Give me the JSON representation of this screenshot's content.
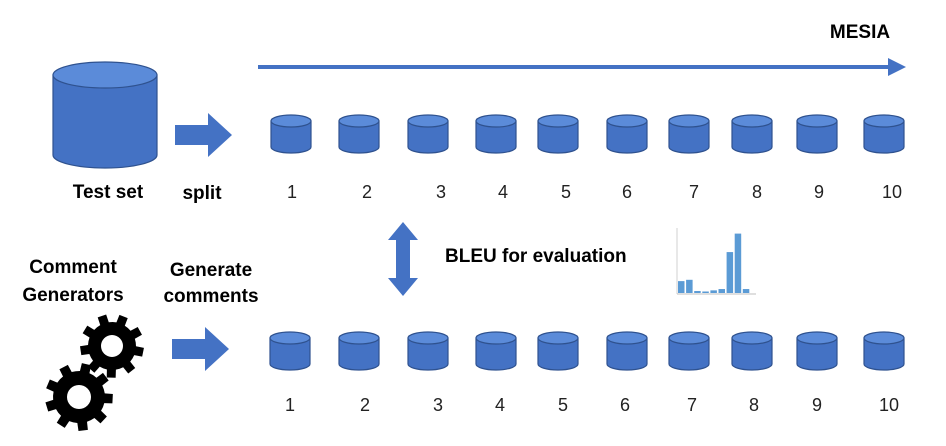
{
  "title": "MESIA",
  "test_set_label": "Test set",
  "split_label": "split",
  "comment_generators_label": {
    "line1": "Comment",
    "line2": "Generators"
  },
  "generate_comments_label": {
    "line1": "Generate",
    "line2": "comments"
  },
  "bleu_label": "BLEU for evaluation",
  "top_row_numbers": [
    "1",
    "2",
    "3",
    "4",
    "5",
    "6",
    "7",
    "8",
    "9",
    "10"
  ],
  "bottom_row_numbers": [
    "1",
    "2",
    "3",
    "4",
    "5",
    "6",
    "7",
    "8",
    "9",
    "10"
  ],
  "mini_histogram_values": [
    0.18,
    0.2,
    0.03,
    0.02,
    0.04,
    0.06,
    0.62,
    0.9,
    0.06
  ],
  "colors": {
    "db_fill": "#4472C4",
    "db_edge": "#2F528F",
    "db_top": "#5B8BD9",
    "arrow": "#4472C4",
    "histogram": "#5B9BD5",
    "gear": "#000000"
  }
}
